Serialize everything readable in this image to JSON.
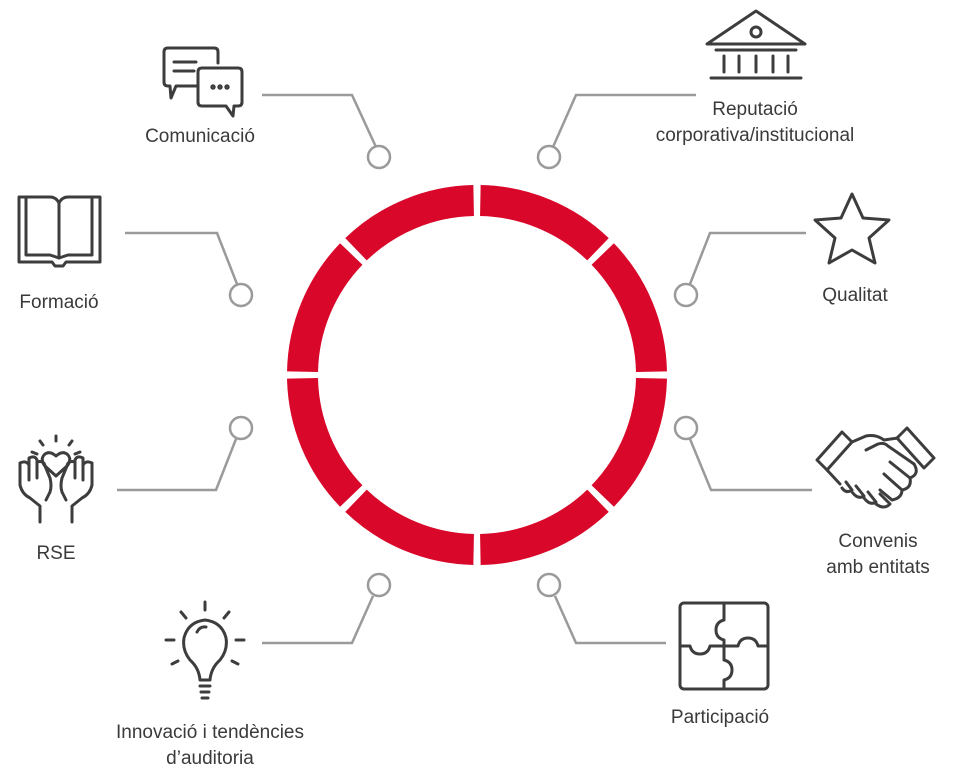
{
  "categories": [
    {
      "id": "comunicacio",
      "lines": [
        "Comunicació"
      ],
      "icon": "speech-bubbles-icon"
    },
    {
      "id": "reputacio",
      "lines": [
        "Reputació",
        "corporativa/institucional"
      ],
      "icon": "institution-building-icon"
    },
    {
      "id": "formacio",
      "lines": [
        "Formació"
      ],
      "icon": "open-book-icon"
    },
    {
      "id": "qualitat",
      "lines": [
        "Qualitat"
      ],
      "icon": "star-icon"
    },
    {
      "id": "rse",
      "lines": [
        "RSE"
      ],
      "icon": "hands-heart-icon"
    },
    {
      "id": "convenis",
      "lines": [
        "Convenis",
        "amb entitats"
      ],
      "icon": "handshake-icon"
    },
    {
      "id": "innovacio",
      "lines": [
        "Innovació i tendències",
        "d’auditoria"
      ],
      "icon": "light-bulb-icon"
    },
    {
      "id": "participacio",
      "lines": [
        "Participació"
      ],
      "icon": "puzzle-icon"
    }
  ],
  "colors": {
    "ring": "#d9082a",
    "connector": "#9a9a9a",
    "icon": "#3d3d3d",
    "text": "#3a3a3a"
  }
}
